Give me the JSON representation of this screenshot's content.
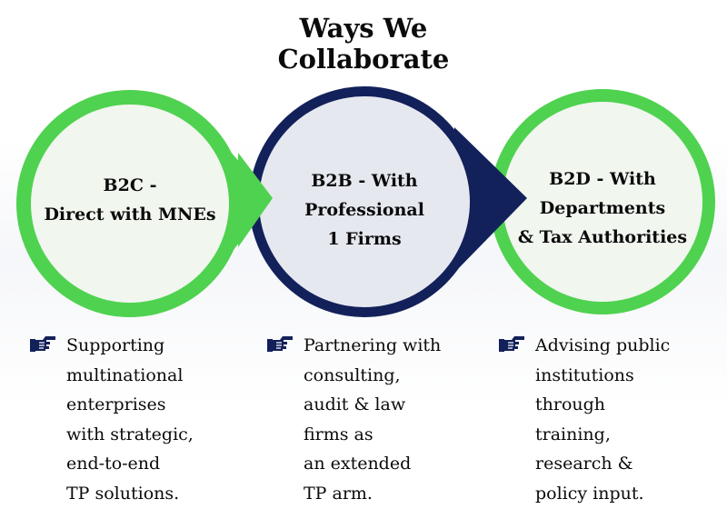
{
  "title": {
    "line1": "Ways We",
    "line2": "Collaborate"
  },
  "colors": {
    "green": "#4fd24f",
    "navy": "#13215a",
    "circle_fill_left": "#f1f6ef",
    "circle_fill_mid": "#e6e8f0",
    "circle_fill_right": "#f1f6ef"
  },
  "circles": [
    {
      "id": "b2c",
      "lines": [
        "B2C -",
        "Direct with MNEs"
      ]
    },
    {
      "id": "b2b",
      "lines": [
        "B2B - With",
        "Professional",
        "1 Firms"
      ]
    },
    {
      "id": "b2d",
      "lines": [
        "B2D - With",
        "Departments",
        "& Tax Authorities"
      ]
    }
  ],
  "columns": [
    {
      "icon": "pointing-hand-icon",
      "lines": [
        "Supporting",
        "multinational",
        "enterprises",
        "with strategic,",
        "end-to-end",
        "TP solutions."
      ]
    },
    {
      "icon": "pointing-hand-icon",
      "lines": [
        "Partnering with",
        "consulting,",
        "audit & law",
        "firms as",
        "an extended",
        "TP arm."
      ]
    },
    {
      "icon": "pointing-hand-icon",
      "lines": [
        "Advising public",
        "institutions",
        "through",
        "training,",
        "research &",
        "policy input."
      ]
    }
  ]
}
